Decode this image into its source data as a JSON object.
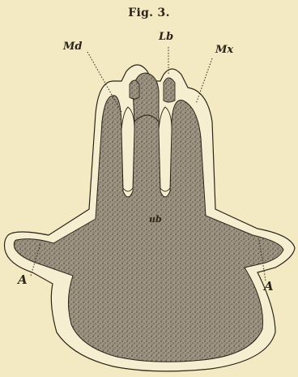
{
  "figure": {
    "title": "Fig. 3.",
    "labels": {
      "mandible": "Md",
      "labium": "Lb",
      "maxilla": "Mx",
      "antenna_left": "A",
      "antenna_right": "A",
      "center": "ub"
    }
  },
  "colors": {
    "paper": "#f3e9c2",
    "ink": "#2b2418",
    "stipple_fill": "#8f8676"
  }
}
